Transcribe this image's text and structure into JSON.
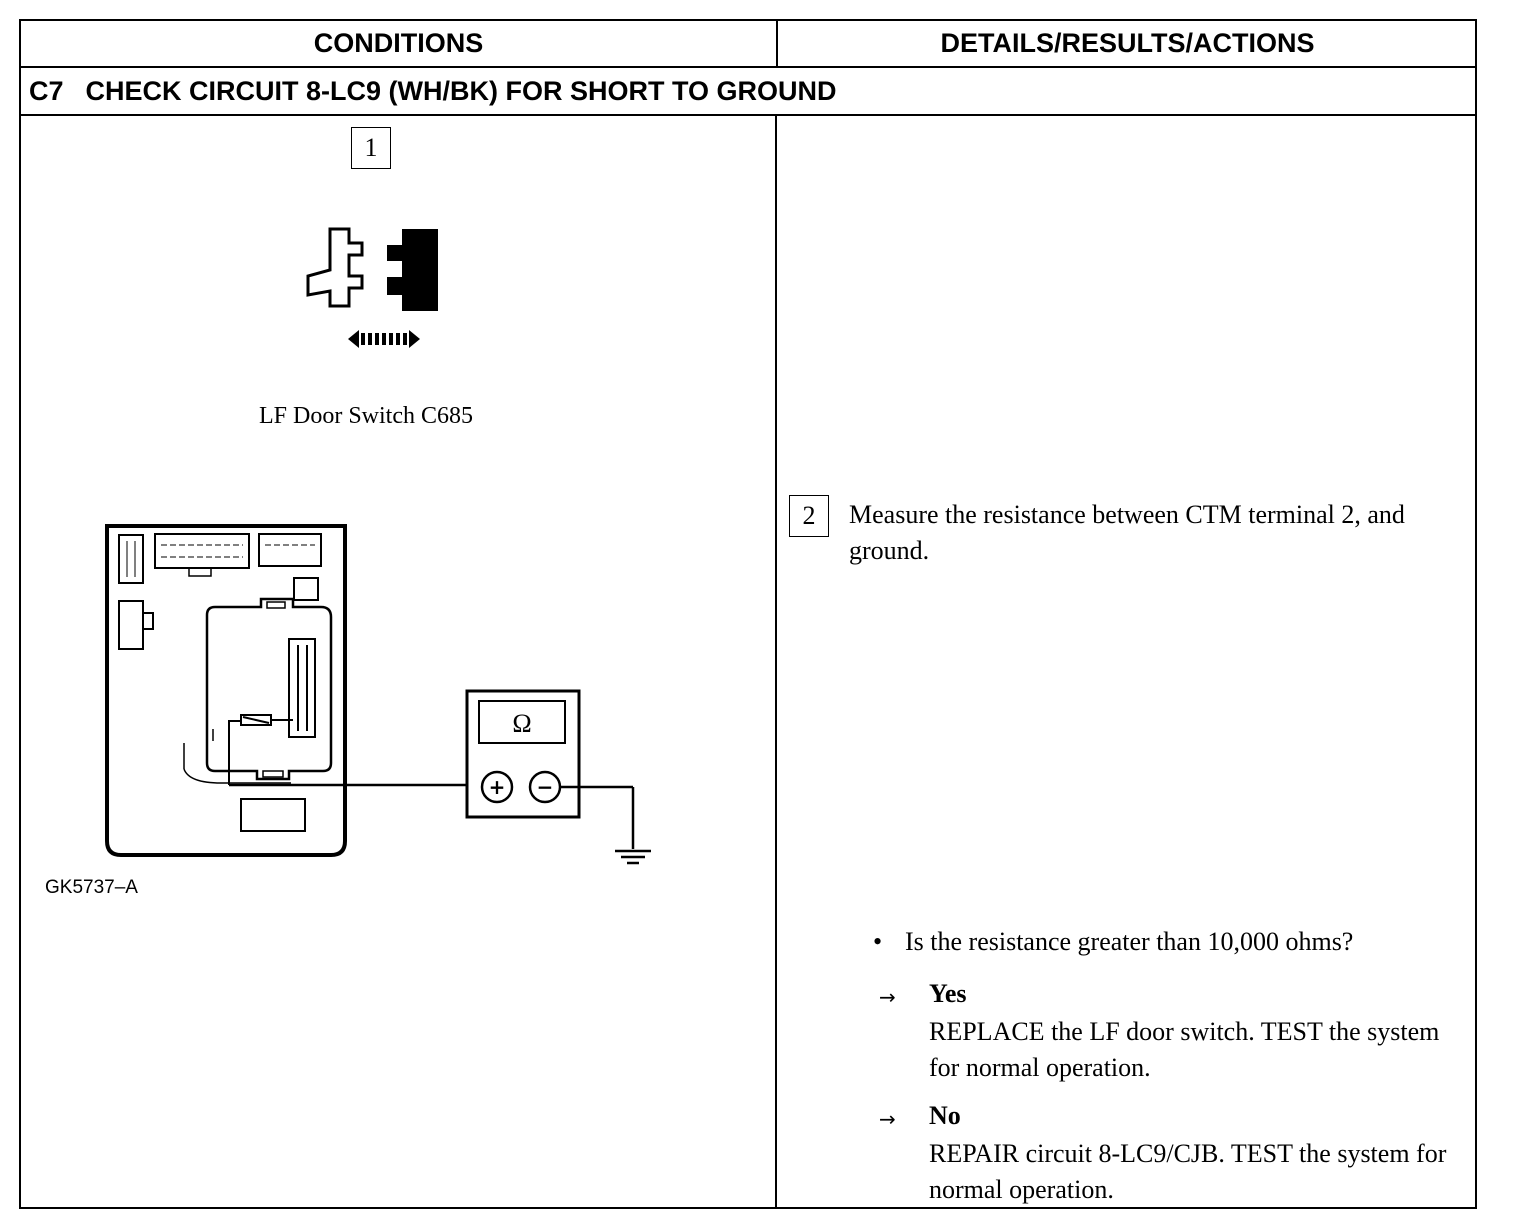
{
  "table": {
    "header_left": "CONDITIONS",
    "header_right": "DETAILS/RESULTS/ACTIONS",
    "step_code": "C7",
    "step_title": "CHECK CIRCUIT 8-LC9 (WH/BK) FOR SHORT TO GROUND"
  },
  "condition1": {
    "number": "1",
    "caption": "LF Door Switch C685"
  },
  "condition2": {
    "meter_symbol": "Ω",
    "plus_symbol": "+",
    "minus_symbol": "−",
    "figure_id": "GK5737–A"
  },
  "details": {
    "step_number": "2",
    "instruction": "Measure the resistance between CTM terminal 2, and ground.",
    "question": "Is the resistance greater than 10,000 ohms?",
    "bullet": "•",
    "arrow": "→",
    "yes_label": "Yes",
    "yes_text": "REPLACE the LF door switch. TEST the system for normal operation.",
    "no_label": "No",
    "no_text": "REPAIR circuit 8-LC9/CJB. TEST the system for normal operation."
  }
}
